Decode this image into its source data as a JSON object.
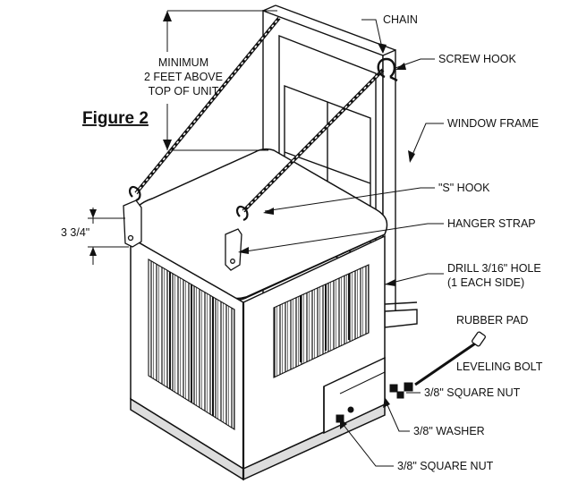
{
  "figure": {
    "title": "Figure 2"
  },
  "labels": {
    "minimum_1": "MINIMUM",
    "minimum_2": "2 FEET ABOVE",
    "minimum_3": "TOP OF UNIT",
    "chain": "CHAIN",
    "screw_hook": "SCREW HOOK",
    "window_frame": "WINDOW FRAME",
    "s_hook": "\"S\" HOOK",
    "hanger_strap": "HANGER STRAP",
    "dimension": "3 3/4\"",
    "drill_1": "DRILL 3/16\" HOLE",
    "drill_2": "(1 EACH SIDE)",
    "rubber_pad": "RUBBER PAD",
    "leveling_bolt": "LEVELING BOLT",
    "square_nut_1": "3/8\" SQUARE NUT",
    "washer": "3/8\" WASHER",
    "square_nut_2": "3/8\" SQUARE NUT"
  }
}
